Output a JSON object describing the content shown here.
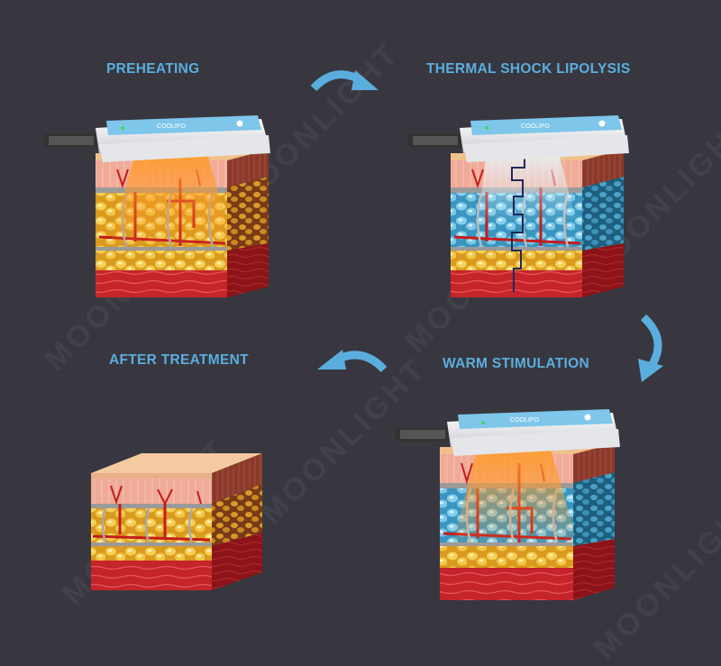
{
  "stages": [
    {
      "id": "preheating",
      "label": "PREHEATING",
      "fat_state": "warm",
      "has_device": true
    },
    {
      "id": "thermal-shock",
      "label": "THERMAL SHOCK LIPOLYSIS",
      "fat_state": "frozen",
      "has_device": true
    },
    {
      "id": "warm-stimulation",
      "label": "WARM STIMULATION",
      "fat_state": "frozen-warming",
      "has_device": true
    },
    {
      "id": "after-treatment",
      "label": "AFTER TREATMENT",
      "fat_state": "reduced",
      "has_device": false
    }
  ],
  "device": {
    "brand_label": "COOLIPO"
  },
  "watermark": "MOONLIGHT",
  "colors": {
    "background": "#38373f",
    "label": "#5aaede",
    "arrow": "#5aaede",
    "fat_warm": "#f2c24a",
    "fat_cold": "#7cc8e8",
    "muscle": "#c8262a",
    "dermis": "#f0b2a0",
    "vessel": "#c41c1c"
  },
  "arrows": [
    {
      "id": "arrow-preheat-to-thermal",
      "direction": "right"
    },
    {
      "id": "arrow-thermal-to-warm",
      "direction": "down"
    },
    {
      "id": "arrow-warm-to-after",
      "direction": "left"
    }
  ]
}
